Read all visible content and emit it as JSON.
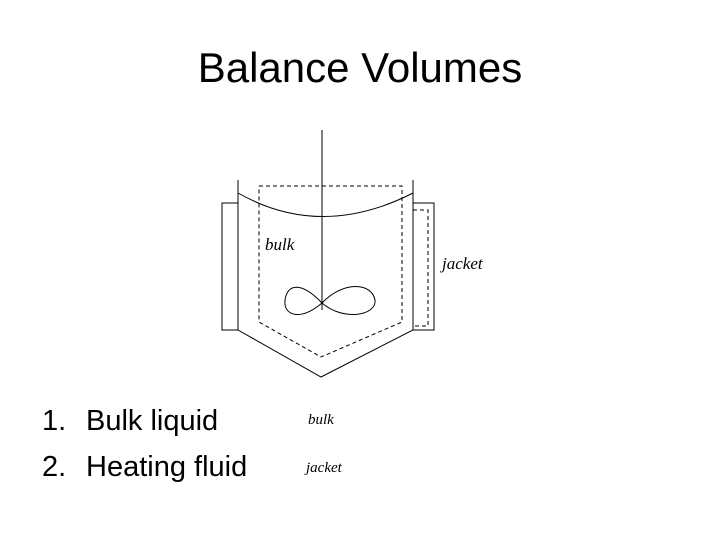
{
  "slide": {
    "title": "Balance Volumes",
    "list": [
      {
        "number": "1.",
        "text": "Bulk liquid"
      },
      {
        "number": "2.",
        "text": "Heating fluid"
      }
    ]
  },
  "diagram": {
    "label_bulk": "bulk",
    "label_jacket": "jacket",
    "legend_bulk": "bulk",
    "legend_jacket": "jacket"
  }
}
